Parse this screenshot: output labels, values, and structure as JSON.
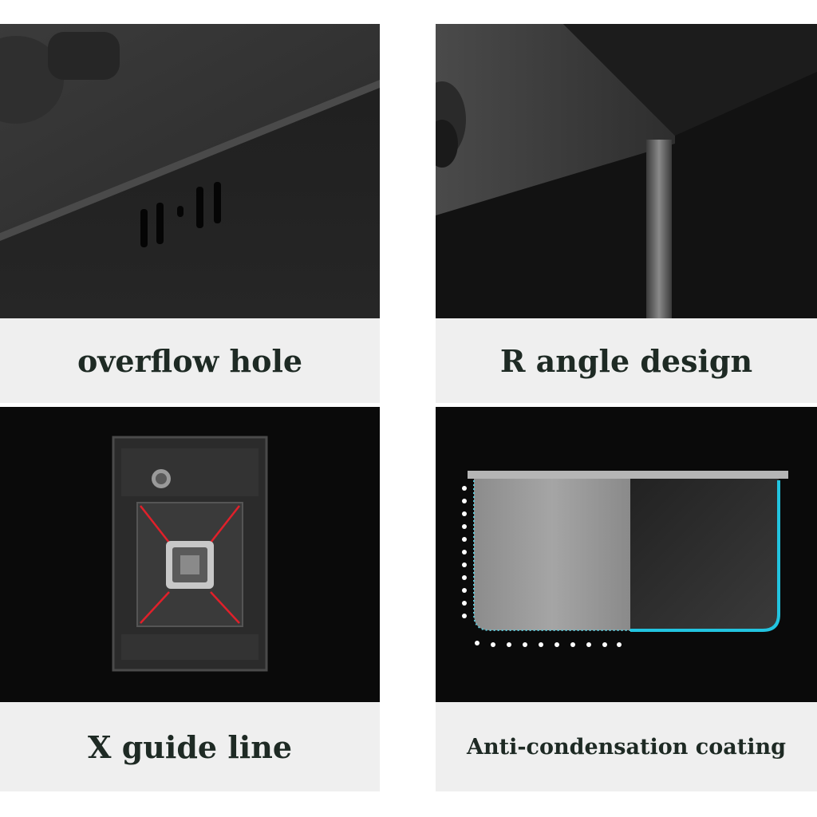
{
  "panels": [
    {
      "caption": "overflow hole"
    },
    {
      "caption": "R angle design"
    },
    {
      "caption": "X guide line"
    },
    {
      "caption": "Anti-condensation coating"
    }
  ],
  "colors": {
    "caption_bg": "#efefef",
    "caption_text": "#1e2a24",
    "panel_bg": "#0a0a0a",
    "guide_line": "#e0202a",
    "coating": "#22c4e0"
  }
}
